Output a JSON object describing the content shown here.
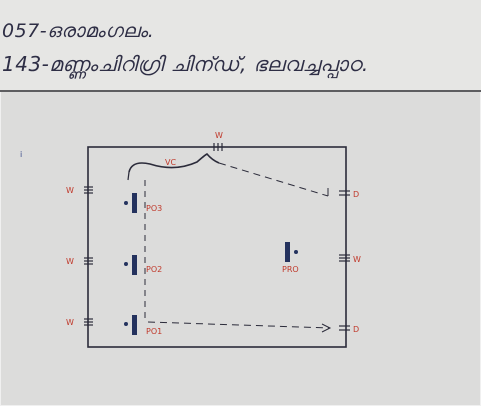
{
  "notes": {
    "line1": "057-ഒരാമംഗലം.",
    "line2": "143-മണ്ണംചിറിഗ്രി ചിന്ഡ്, ഭലവച്ചപ്പാഠ."
  },
  "diagram": {
    "top_window_label": "W",
    "arc_label": "VC",
    "left_window_labels": [
      "W",
      "W",
      "W"
    ],
    "right_labels": [
      "D",
      "W",
      "D"
    ],
    "pillar_labels": [
      "PO3",
      "PO2",
      "PO1",
      "PRO"
    ],
    "margin_mark": "i"
  },
  "colors": {
    "ink": "#2b2b3a",
    "red_ink": "#c0392b",
    "pillar": "#24325e",
    "paper": "#dcdcdb"
  }
}
